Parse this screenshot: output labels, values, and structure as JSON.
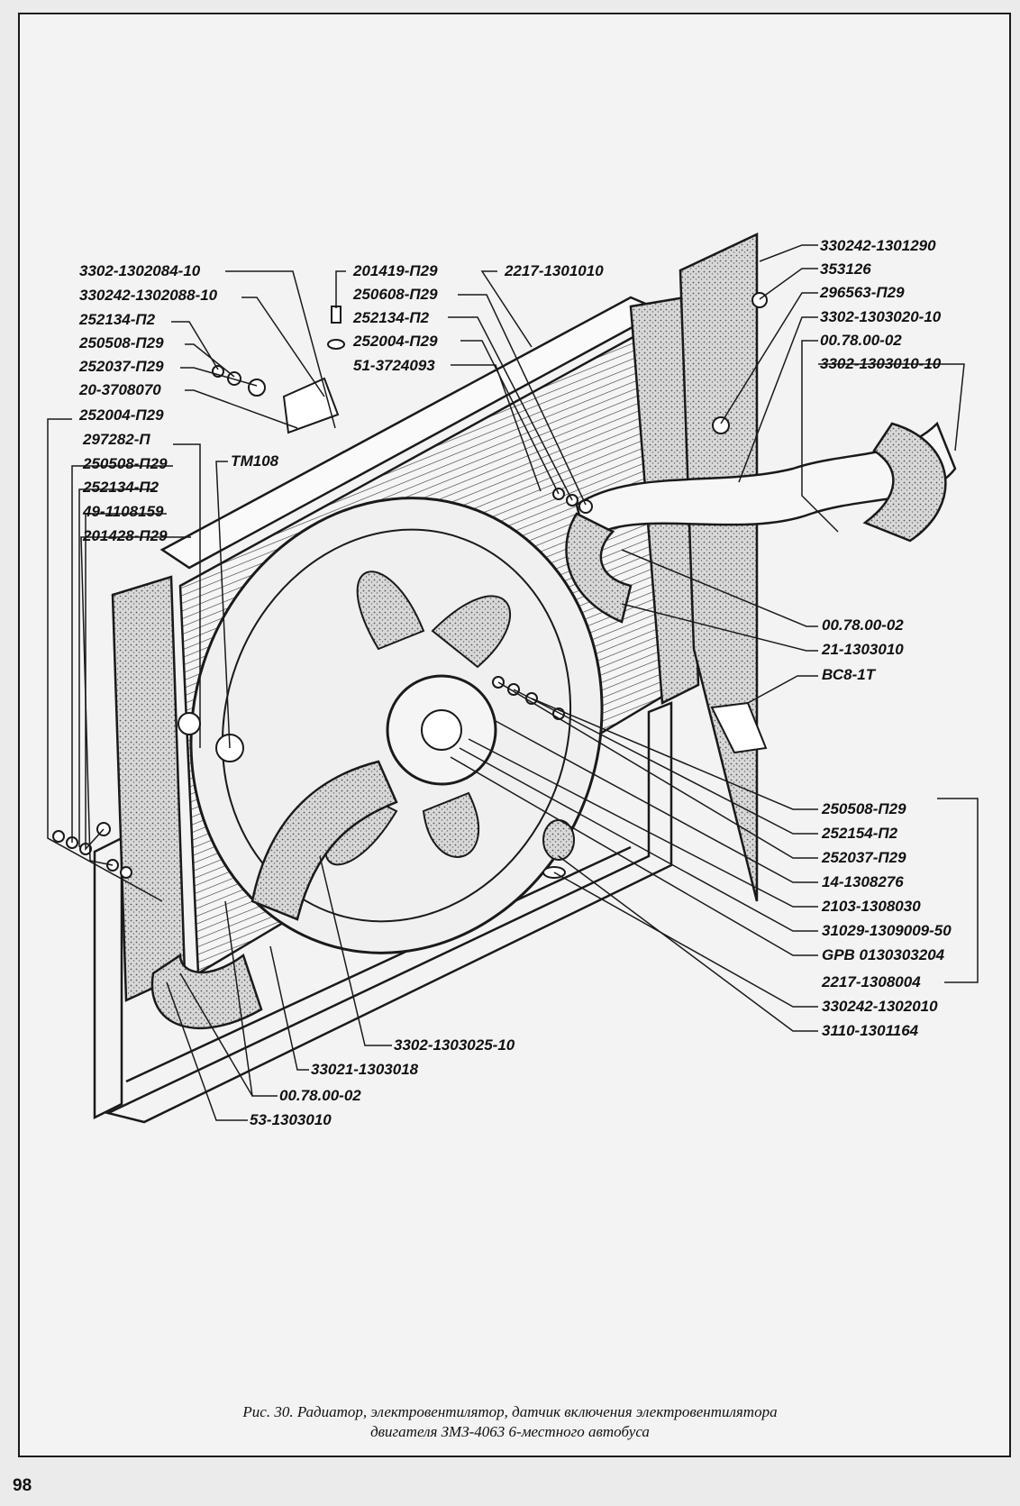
{
  "page_number": "98",
  "caption": {
    "line1": "Рис. 30. Радиатор, электровентилятор, датчик включения электровентилятора",
    "line2": "двигателя ЗМЗ-4063 6-местного автобуса"
  },
  "labels": {
    "l01": "3302-1302084-10",
    "l02": "330242-1302088-10",
    "l03": "252134-П2",
    "l04": "250508-П29",
    "l05": "252037-П29",
    "l06": "20-3708070",
    "l07": "252004-П29",
    "l08": "297282-П",
    "l09": "250508-П29",
    "l10": "252134-П2",
    "l11": "49-1108159",
    "l12": "201428-П29",
    "l13": "ТМ108",
    "l14": "201419-П29",
    "l15": "250608-П29",
    "l16": "252134-П2",
    "l17": "252004-П29",
    "l18": "51-3724093",
    "l19": "2217-1301010",
    "l20": "330242-1301290",
    "l21": "353126",
    "l22": "296563-П29",
    "l23": "3302-1303020-10",
    "l24": "00.78.00-02",
    "l25": "3302-1303010-10",
    "l26": "00.78.00-02",
    "l27": "21-1303010",
    "l28": "ВС8-1Т",
    "l29": "250508-П29",
    "l30": "252154-П2",
    "l31": "252037-П29",
    "l32": "14-1308276",
    "l33": "2103-1308030",
    "l34": "31029-1309009-50",
    "l35": "GPB 0130303204",
    "l36": "2217-1308004",
    "l37": "330242-1302010",
    "l38": "3110-1301164",
    "l39": "3302-1303025-10",
    "l40": "33021-1303018",
    "l41": "00.78.00-02",
    "l42": "53-1303010"
  }
}
